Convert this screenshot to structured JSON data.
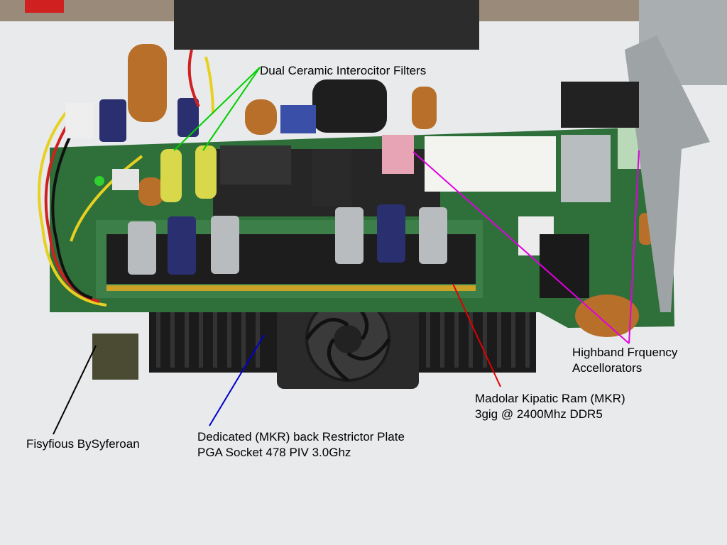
{
  "annotations": {
    "dual_ceramic": {
      "text": "Dual Ceramic Interocitor Filters",
      "color": "#00d000"
    },
    "highband": {
      "lines": [
        "Highband Frquency",
        "Accellorators"
      ],
      "color": "#e000e0"
    },
    "mkr": {
      "lines": [
        "Madolar Kipatic Ram (MKR)",
        "3gig @ 2400Mhz DDR5"
      ],
      "color": "#e00000"
    },
    "dedicated": {
      "lines": [
        "Dedicated (MKR) back Restrictor Plate",
        "PGA Socket 478 PIV 3.0Ghz"
      ],
      "color": "#0000d0"
    },
    "fisyfious": {
      "text": "Fisyfious BySyferoan",
      "color": "#000000"
    }
  },
  "photo": {
    "subject": "computer-motherboard",
    "components": [
      "heatsink",
      "cpu-fan",
      "ram-module",
      "capacitors",
      "inductor-coils",
      "usb-ports",
      "audio-jacks",
      "power-connector",
      "pci-bracket",
      "ethernet-ports"
    ]
  }
}
